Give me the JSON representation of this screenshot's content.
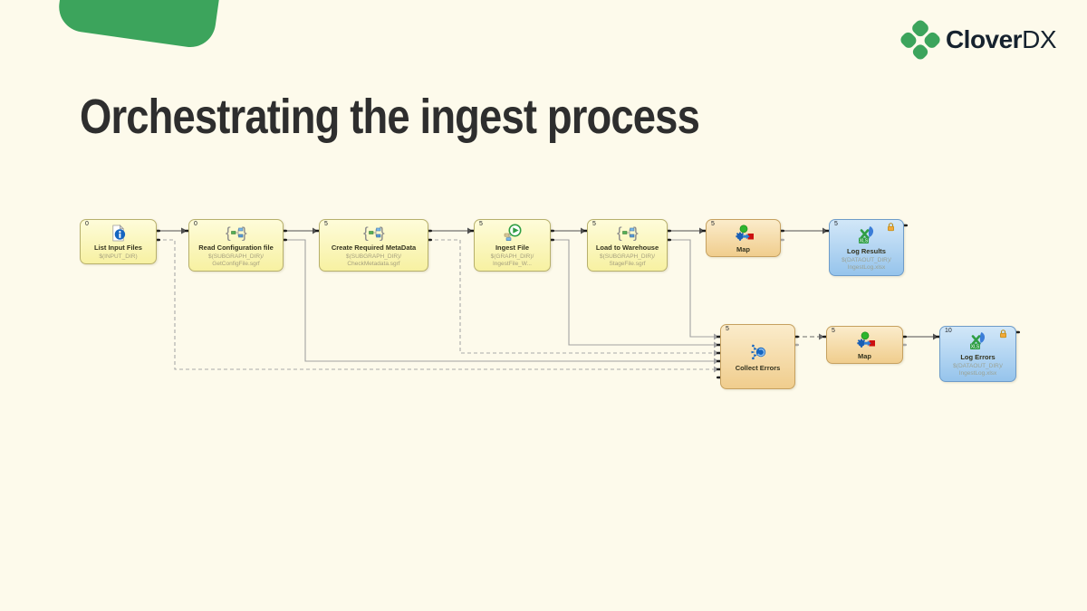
{
  "slide": {
    "title": "Orchestrating the ingest process",
    "background_color": "#FDFAEB",
    "accent_green": "#3CA45C"
  },
  "logo": {
    "brand_primary": "Clover",
    "brand_secondary": "DX"
  },
  "icons": {
    "xls_badge": "XLS"
  },
  "diagram": {
    "nodes": [
      {
        "number": "0",
        "label": "List Input Files",
        "path1": "$(INPUT_DIR)",
        "icon": "file-info-icon",
        "type": "reader"
      },
      {
        "number": "0",
        "label": "Read Configuration file",
        "path1": "$(SUBGRAPH_DIR)/",
        "path2": "GetConfigFile.sgrf",
        "icon": "subgraph-icon",
        "type": "subgraph"
      },
      {
        "number": "5",
        "label": "Create Required MetaData",
        "path1": "$(SUBGRAPH_DIR)/",
        "path2": "CheckMetadata.sgrf",
        "icon": "subgraph-icon",
        "type": "subgraph"
      },
      {
        "number": "5",
        "label": "Ingest File",
        "path1": "$(GRAPH_DIR)/",
        "path2": "IngestFile_W...",
        "icon": "run-graph-icon",
        "type": "graph"
      },
      {
        "number": "5",
        "label": "Load to Warehouse",
        "path1": "$(SUBGRAPH_DIR)/",
        "path2": "StageFile.sgrf",
        "icon": "subgraph-icon",
        "type": "subgraph"
      },
      {
        "number": "5",
        "label": "Map",
        "icon": "map-icon",
        "type": "transform"
      },
      {
        "number": "5",
        "label": "Log Results",
        "path1": "$(DATAOUT_DIR)/",
        "path2": "IngestLog.xlsx",
        "icon": "xls-writer-icon",
        "type": "writer"
      },
      {
        "number": "5",
        "label": "Collect Errors",
        "icon": "gather-icon",
        "type": "transform"
      },
      {
        "number": "5",
        "label": "Map",
        "icon": "map-icon",
        "type": "transform"
      },
      {
        "number": "10",
        "label": "Log Errors",
        "path1": "$(DATAOUT_DIR)/",
        "path2": "IngestLog.xlsx",
        "icon": "xls-writer-icon",
        "type": "writer"
      }
    ]
  }
}
